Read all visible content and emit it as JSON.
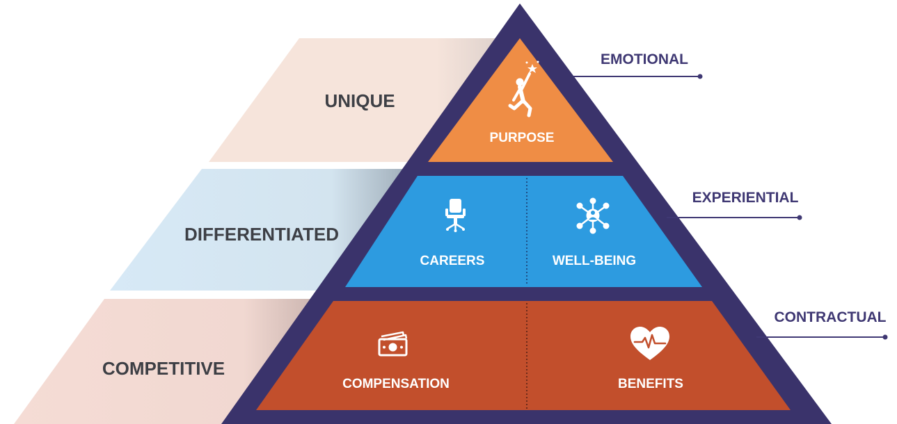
{
  "tiers_left": {
    "top": "UNIQUE",
    "middle": "DIFFERENTIATED",
    "bottom": "COMPETITIVE"
  },
  "tiers_right": {
    "top": "EMOTIONAL",
    "middle": "EXPERIENTIAL",
    "bottom": "CONTRACTUAL"
  },
  "pyramid": {
    "top": {
      "label": "PURPOSE",
      "icon": "reaching-star-person-icon"
    },
    "middle_left": {
      "label": "CAREERS",
      "icon": "office-chair-icon"
    },
    "middle_right": {
      "label": "WELL-BEING",
      "icon": "network-person-icon"
    },
    "bottom_left": {
      "label": "COMPENSATION",
      "icon": "cash-icon"
    },
    "bottom_right": {
      "label": "BENEFITS",
      "icon": "heart-pulse-icon"
    }
  },
  "colors": {
    "frame": "#3a336b",
    "purpose": "#ef8d45",
    "middle": "#2d9be0",
    "bottom": "#c24f2c",
    "bg_top": "#f6e4db",
    "bg_middle": "#d7e9f6",
    "bg_bottom": "#f5dcd5"
  }
}
